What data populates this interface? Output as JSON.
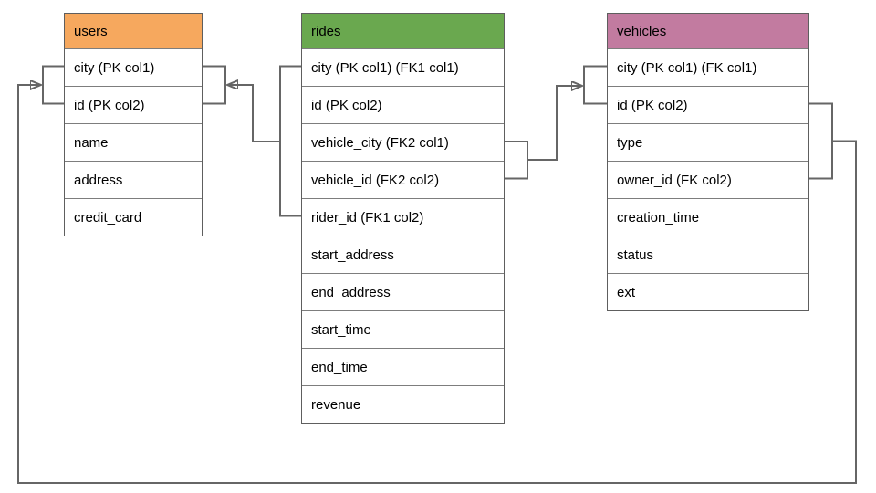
{
  "diagram": {
    "background": "#ffffff",
    "line_color": "#666666",
    "border_color": "#5e5e5e",
    "divider_color": "#7d7d7d",
    "tables": [
      {
        "name": "users",
        "header_color": "#f6a85e",
        "columns": [
          "city (PK col1)",
          "id (PK col2)",
          "name",
          "address",
          "credit_card"
        ]
      },
      {
        "name": "rides",
        "header_color": "#6aa84f",
        "columns": [
          "city (PK col1) (FK1 col1)",
          "id (PK col2)",
          "vehicle_city (FK2 col1)",
          "vehicle_id (FK2 col2)",
          "rider_id (FK1 col2)",
          "start_address",
          "end_address",
          "start_time",
          "end_time",
          "revenue"
        ]
      },
      {
        "name": "vehicles",
        "header_color": "#c27ba0",
        "columns": [
          "city (PK col1) (FK col1)",
          "id (PK col2)",
          "type",
          "owner_id (FK col2)",
          "creation_time",
          "status",
          "ext"
        ]
      }
    ],
    "relationships": [
      {
        "from_table": "rides",
        "from_columns": "city, rider_id",
        "key": "FK1",
        "to_table": "users",
        "to_columns": "city, id"
      },
      {
        "from_table": "rides",
        "from_columns": "vehicle_city, vehicle_id",
        "key": "FK2",
        "to_table": "vehicles",
        "to_columns": "city, id"
      },
      {
        "from_table": "vehicles",
        "from_columns": "id, owner_id",
        "key": "FK",
        "to_table": "users",
        "to_columns": "city, id"
      }
    ]
  }
}
